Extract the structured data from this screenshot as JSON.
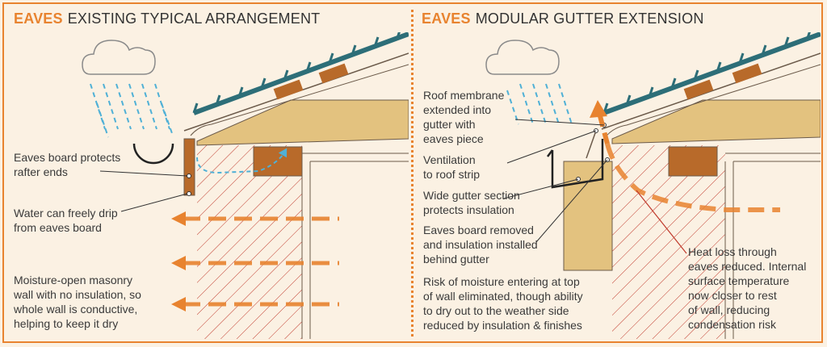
{
  "left": {
    "title_kw": "EAVES",
    "title_rest": "EXISTING TYPICAL ARRANGEMENT",
    "labels": [
      [
        "Eaves board protects",
        "rafter ends"
      ],
      [
        "Water can freely drip",
        "from eaves board"
      ],
      [
        "Moisture-open masonry",
        "wall with no insulation, so",
        "whole wall is conductive,",
        "helping to keep it dry"
      ]
    ]
  },
  "right": {
    "title_kw": "EAVES",
    "title_rest": "MODULAR GUTTER EXTENSION",
    "labels": [
      [
        "Roof membrane",
        "extended into",
        "gutter with",
        "eaves piece"
      ],
      [
        "Ventilation",
        "to roof strip"
      ],
      [
        "Wide gutter section",
        "protects insulation"
      ],
      [
        "Eaves board removed",
        "and insulation installed",
        "behind gutter"
      ],
      [
        "Risk of moisture entering at top",
        "of wall eliminated, though ability",
        "to dry out to the weather side",
        "reduced by insulation & finishes"
      ],
      [
        "Heat loss through",
        "eaves reduced. Internal",
        "surface temperature",
        "now closer to rest",
        "of wall, reducing",
        "condensation risk"
      ]
    ]
  },
  "colors": {
    "accent": "#e8832f",
    "frame": "#e8832f",
    "roof": "#2d6e78",
    "timber": "#b86a2a",
    "insulation": "#e3c27f",
    "hatch": "#c0392b",
    "rain": "#4fb0d6"
  }
}
